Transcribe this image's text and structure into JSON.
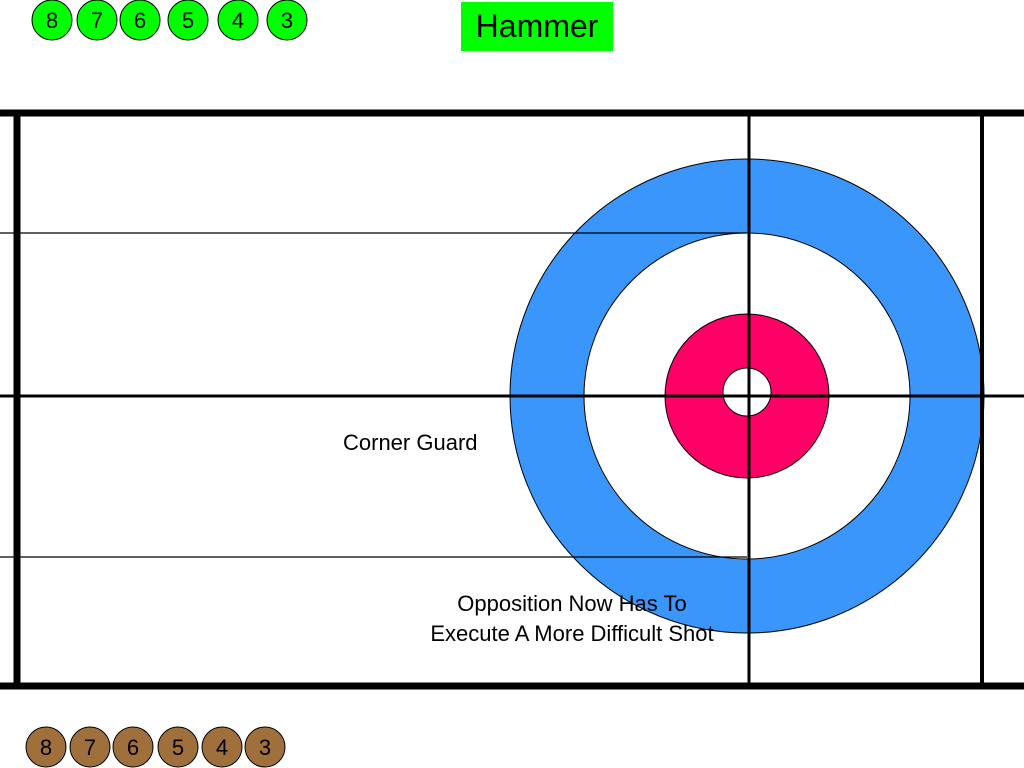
{
  "hammer_label": "Hammer",
  "colors": {
    "twelve_foot": "#3a96fb",
    "four_foot": "#ff0066",
    "green_stone": "#00ff00",
    "brown_stone": "#a0703c",
    "hammer_bg": "#00ff00"
  },
  "green_stones": [
    "8",
    "7",
    "6",
    "5",
    "4",
    "3"
  ],
  "brown_stones": [
    "8",
    "7",
    "6",
    "5",
    "4",
    "3"
  ],
  "annotations": {
    "corner_guard": "Corner Guard",
    "opposition_line1": "Opposition Now Has To",
    "opposition_line2": "Execute A More Difficult Shot"
  }
}
